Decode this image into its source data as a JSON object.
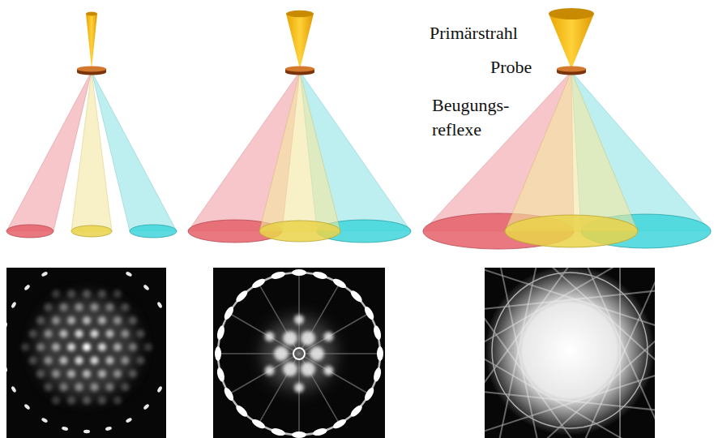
{
  "diagram": {
    "labels": [
      "Primärstrahl",
      "Probe",
      "Beugungs- reflexe"
    ]
  }
}
